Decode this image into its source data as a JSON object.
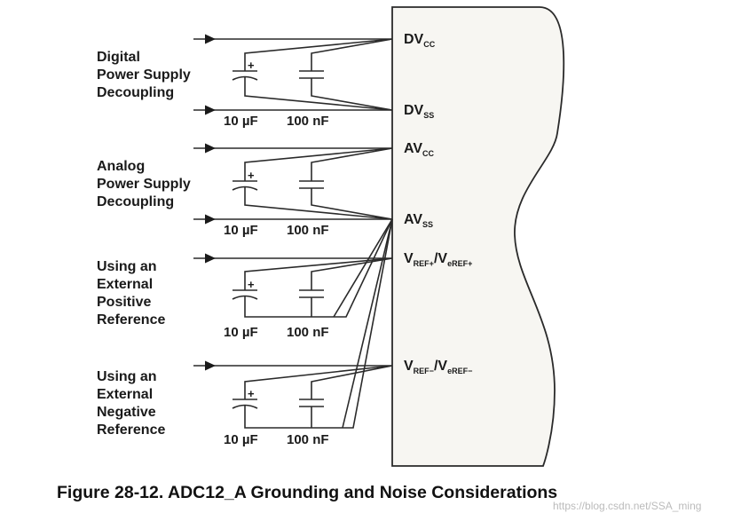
{
  "pins": {
    "dvcc": {
      "main": "DV",
      "sub": "CC"
    },
    "dvss": {
      "main": "DV",
      "sub": "SS"
    },
    "avcc": {
      "main": "AV",
      "sub": "CC"
    },
    "avss": {
      "main": "AV",
      "sub": "SS"
    },
    "vref_pos": {
      "v1": "V",
      "s1": "REF+",
      "slash": "/V",
      "s2": "eREF+"
    },
    "vref_neg": {
      "v1": "V",
      "s1": "REF−",
      "slash": "/V",
      "s2": "eREF−"
    }
  },
  "groups": [
    {
      "lines": [
        "Digital",
        "Power Supply",
        "Decoupling"
      ]
    },
    {
      "lines": [
        "Analog",
        "Power Supply",
        "Decoupling"
      ]
    },
    {
      "lines": [
        "Using an",
        "External",
        "Positive",
        "Reference"
      ]
    },
    {
      "lines": [
        "Using an",
        "External",
        "Negative",
        "Reference"
      ]
    }
  ],
  "capacitors": {
    "electrolytic": "10 µF",
    "ceramic": "100 nF",
    "polarity": "+"
  },
  "caption": "Figure 28-12. ADC12_A Grounding and Noise Considerations",
  "watermark": "https://blog.csdn.net/SSA_ming"
}
